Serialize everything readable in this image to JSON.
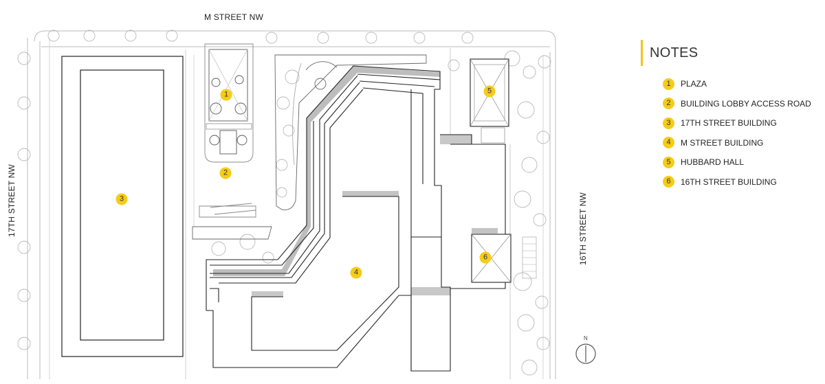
{
  "streets": {
    "north": "M STREET NW",
    "west": "17TH STREET NW",
    "east": "16TH STREET NW"
  },
  "markers": [
    "1",
    "2",
    "3",
    "4",
    "5",
    "6"
  ],
  "notes": {
    "title": "NOTES",
    "items": [
      {
        "number": "1",
        "label": "PLAZA"
      },
      {
        "number": "2",
        "label": "BUILDING LOBBY ACCESS ROAD"
      },
      {
        "number": "3",
        "label": "17TH STREET BUILDING"
      },
      {
        "number": "4",
        "label": "M STREET BUILDING"
      },
      {
        "number": "5",
        "label": "HUBBARD HALL"
      },
      {
        "number": "6",
        "label": "16TH STREET BUILDING"
      }
    ]
  },
  "north_arrow": {
    "label": "N",
    "icon": "north-arrow-icon"
  },
  "colors": {
    "marker": "#f5cc17",
    "accent_bar": "#f0c419",
    "linework": "#222222",
    "shadow": "#b5b5b5"
  }
}
